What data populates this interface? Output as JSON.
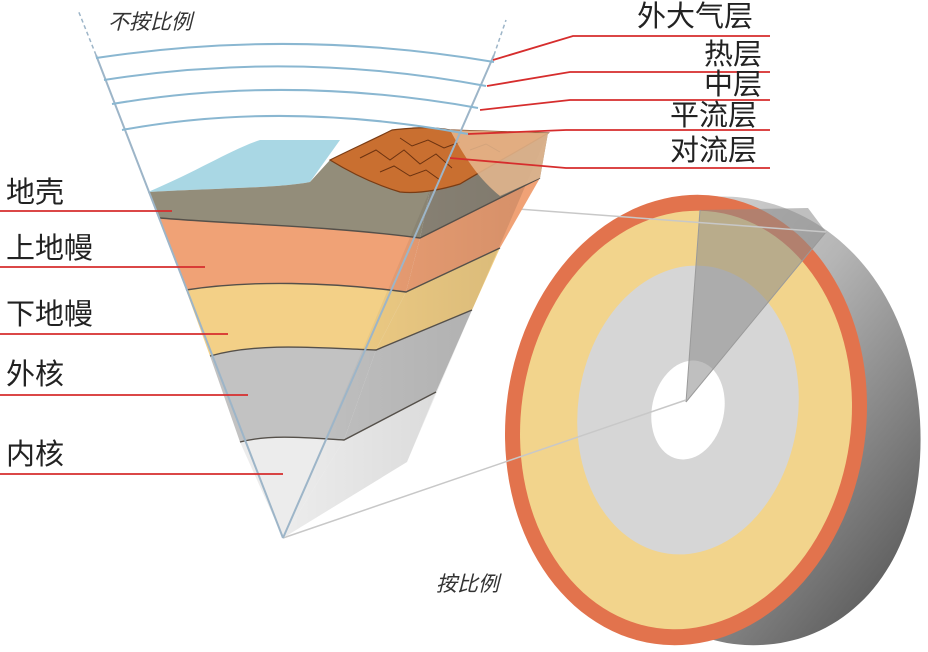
{
  "captions": {
    "not_to_scale": "不按比例",
    "to_scale": "按比例"
  },
  "atmosphere": {
    "exosphere": "外大气层",
    "thermosphere": "热层",
    "mesosphere": "中层",
    "stratosphere": "平流层",
    "troposphere": "对流层"
  },
  "earth_layers": {
    "crust": "地壳",
    "upper_mantle": "上地幔",
    "lower_mantle": "下地幔",
    "outer_core": "外核",
    "inner_core": "内核"
  },
  "colors": {
    "leader_line": "#d62d2d",
    "sky": "#a9d7e4",
    "crust": "#938d7a",
    "upper_mantle": "#f0a276",
    "lower_mantle": "#f3d087",
    "outer_core": "#c2c2c2",
    "inner_core": "#ececec",
    "rock": "#c96f30",
    "globe_rim": "#e2734d",
    "globe_mantle": "#f2d48c",
    "globe_outer_core": "#d6d6d6",
    "globe_side": "#7a7a7a"
  }
}
